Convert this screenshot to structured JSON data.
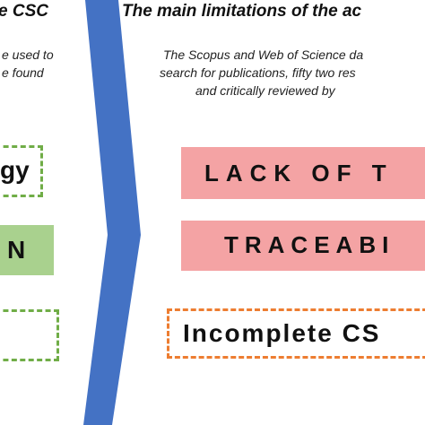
{
  "left": {
    "title": "e CSC",
    "desc_line1": "e used to",
    "desc_line2": "e found",
    "box1": "gy",
    "box2": "N"
  },
  "right": {
    "title": "The main limitations of the ac",
    "desc_line1": "The Scopus and Web of Science da",
    "desc_line2": "search for publications, fifty two res",
    "desc_line3": "and critically reviewed by",
    "item1": "LACK OF T",
    "item2": "TRACEABI",
    "item3": "Incomplete CS"
  },
  "colors": {
    "arrow": "#4472c4",
    "pink": "#f4a3a4",
    "green_fill": "#a9d18e",
    "green_dash": "#70ad47",
    "orange_dash": "#ed7d31"
  }
}
